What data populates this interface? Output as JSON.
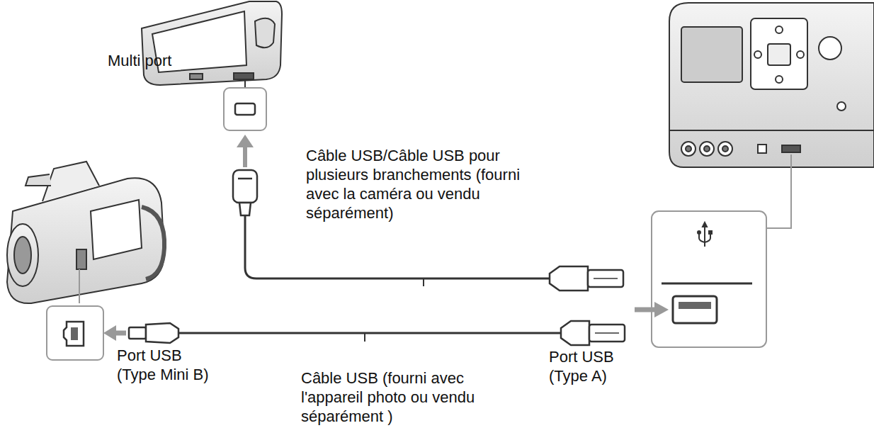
{
  "diagram": {
    "labels": [
      "Multi port",
      "Câble USB/Câble USB pour plusieurs branchements (fourni avec la caméra ou vendu séparément)",
      "Port USB (Type Mini B)",
      "Câble USB (fourni avec l'appareil photo ou vendu séparément )",
      "Port USB (Type A)"
    ]
  }
}
